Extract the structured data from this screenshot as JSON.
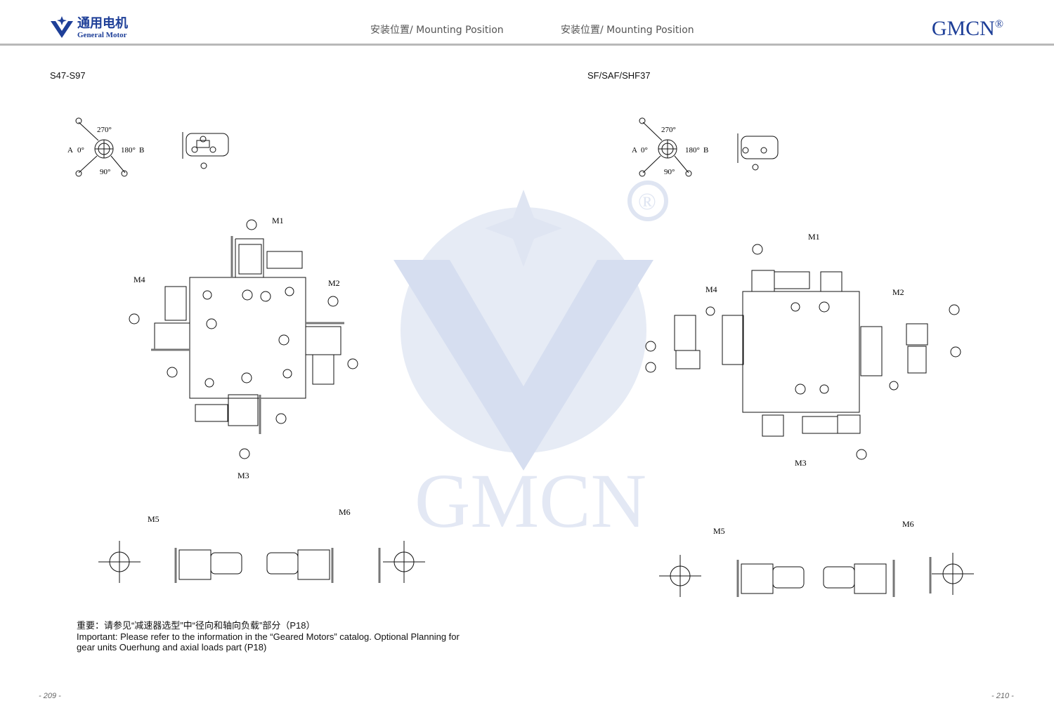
{
  "header": {
    "logo_cn": "通用电机",
    "logo_en": "General Motor",
    "title_left": "安装位置/ Mounting Position",
    "title_right": "安装位置/ Mounting Position",
    "brand": "GMCN",
    "brand_mark": "®"
  },
  "watermark": {
    "text": "GMCN",
    "mark": "®"
  },
  "left_page": {
    "model": "S47-S97",
    "angles": {
      "a270": "270°",
      "a0": "0°",
      "a180": "180°",
      "a90": "90°",
      "A": "A",
      "B": "B"
    },
    "positions": [
      "M1",
      "M2",
      "M3",
      "M4",
      "M5",
      "M6"
    ],
    "note_cn": "重要：请参见“减速器选型”中“径向和轴向负载”部分（P18）",
    "note_en_1": "Important: Please refer to the information in the “Geared Motors” catalog. Optional Planning for",
    "note_en_2": "gear units Ouerhung and axial loads part (P18)",
    "page_number": "- 209 -"
  },
  "right_page": {
    "model": "SF/SAF/SHF37",
    "positions": [
      "M1",
      "M2",
      "M3",
      "M4",
      "M5",
      "M6"
    ],
    "page_number": "- 210 -"
  },
  "colors": {
    "brand_blue": "#1e3f98",
    "watermark": "#e3e8f4",
    "rule": "#b9b9b9"
  }
}
